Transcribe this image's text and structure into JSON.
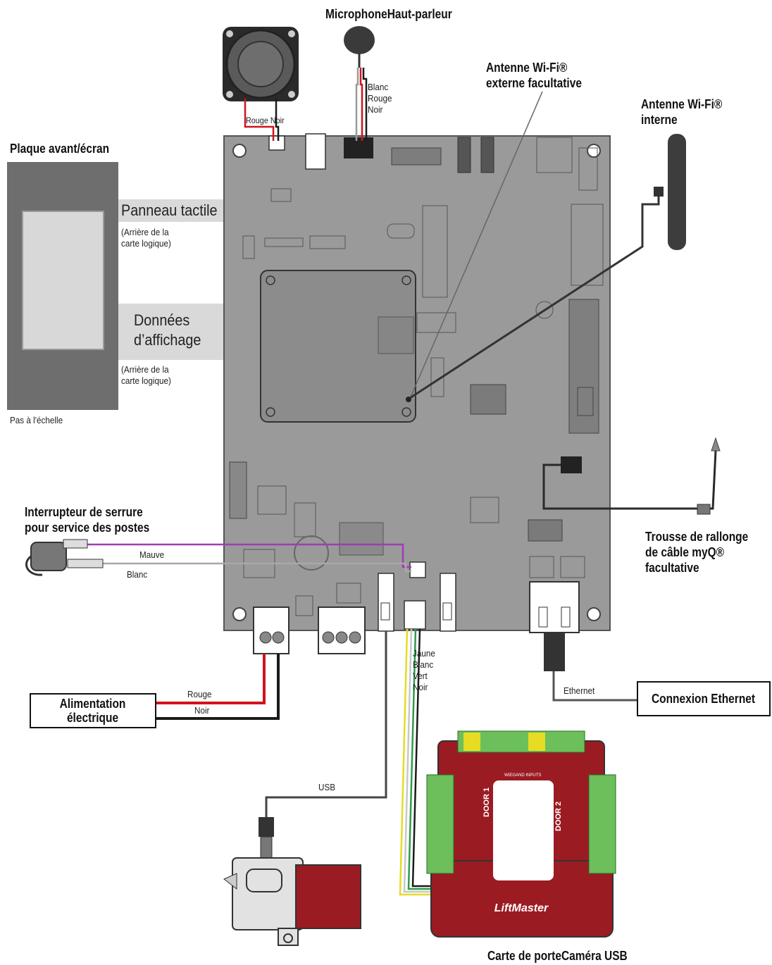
{
  "labels": {
    "microphone_speaker": "MicrophoneHaut-parleur",
    "wifi_external": "Antenne Wi-Fi®\nexterne facultative",
    "wifi_internal": "Antenne Wi-Fi®\ninterne",
    "front_plate": "Plaque avant/écran",
    "touch_panel": "Panneau tactile",
    "touch_panel_note": "(Arrière de la\ncarte logique)",
    "display_data": "Données\nd’affichage",
    "display_data_note": "(Arrière de la\ncarte logique)",
    "not_to_scale": "Pas à l'échelle",
    "lock_switch": "Interrupteur de serrure\npour service des postes",
    "extension_kit": "Trousse de rallonge\nde câble myQ®\nfacultative",
    "power_supply": "Alimentation\nélectrique",
    "ethernet_connection": "Connexion Ethernet",
    "door_board_camera": "Carte de porteCaméra USB"
  },
  "wires": {
    "speaker": "Rouge Noir",
    "microphone": "Blanc\nRouge\nNoir",
    "mauve": "Mauve",
    "blanc": "Blanc",
    "rouge": "Rouge",
    "noir": "Noir",
    "door_wires": "Jaune\nBlanc\nVert\nNoir",
    "usb": "USB",
    "ethernet": "Ethernet"
  },
  "door_board": {
    "brand": "LiftMaster",
    "door1": "DOOR 1",
    "door2": "DOOR 2",
    "wiegand": "WIEGAND INPUTS"
  },
  "colors": {
    "board": "#9a9a9a",
    "door_board": "#9b1b23",
    "wire_red": "#d0141c",
    "wire_black": "#1a1a1a",
    "wire_mauve": "#a23cb4",
    "wire_yellow": "#e6dc23",
    "wire_green": "#2e9c4a"
  }
}
